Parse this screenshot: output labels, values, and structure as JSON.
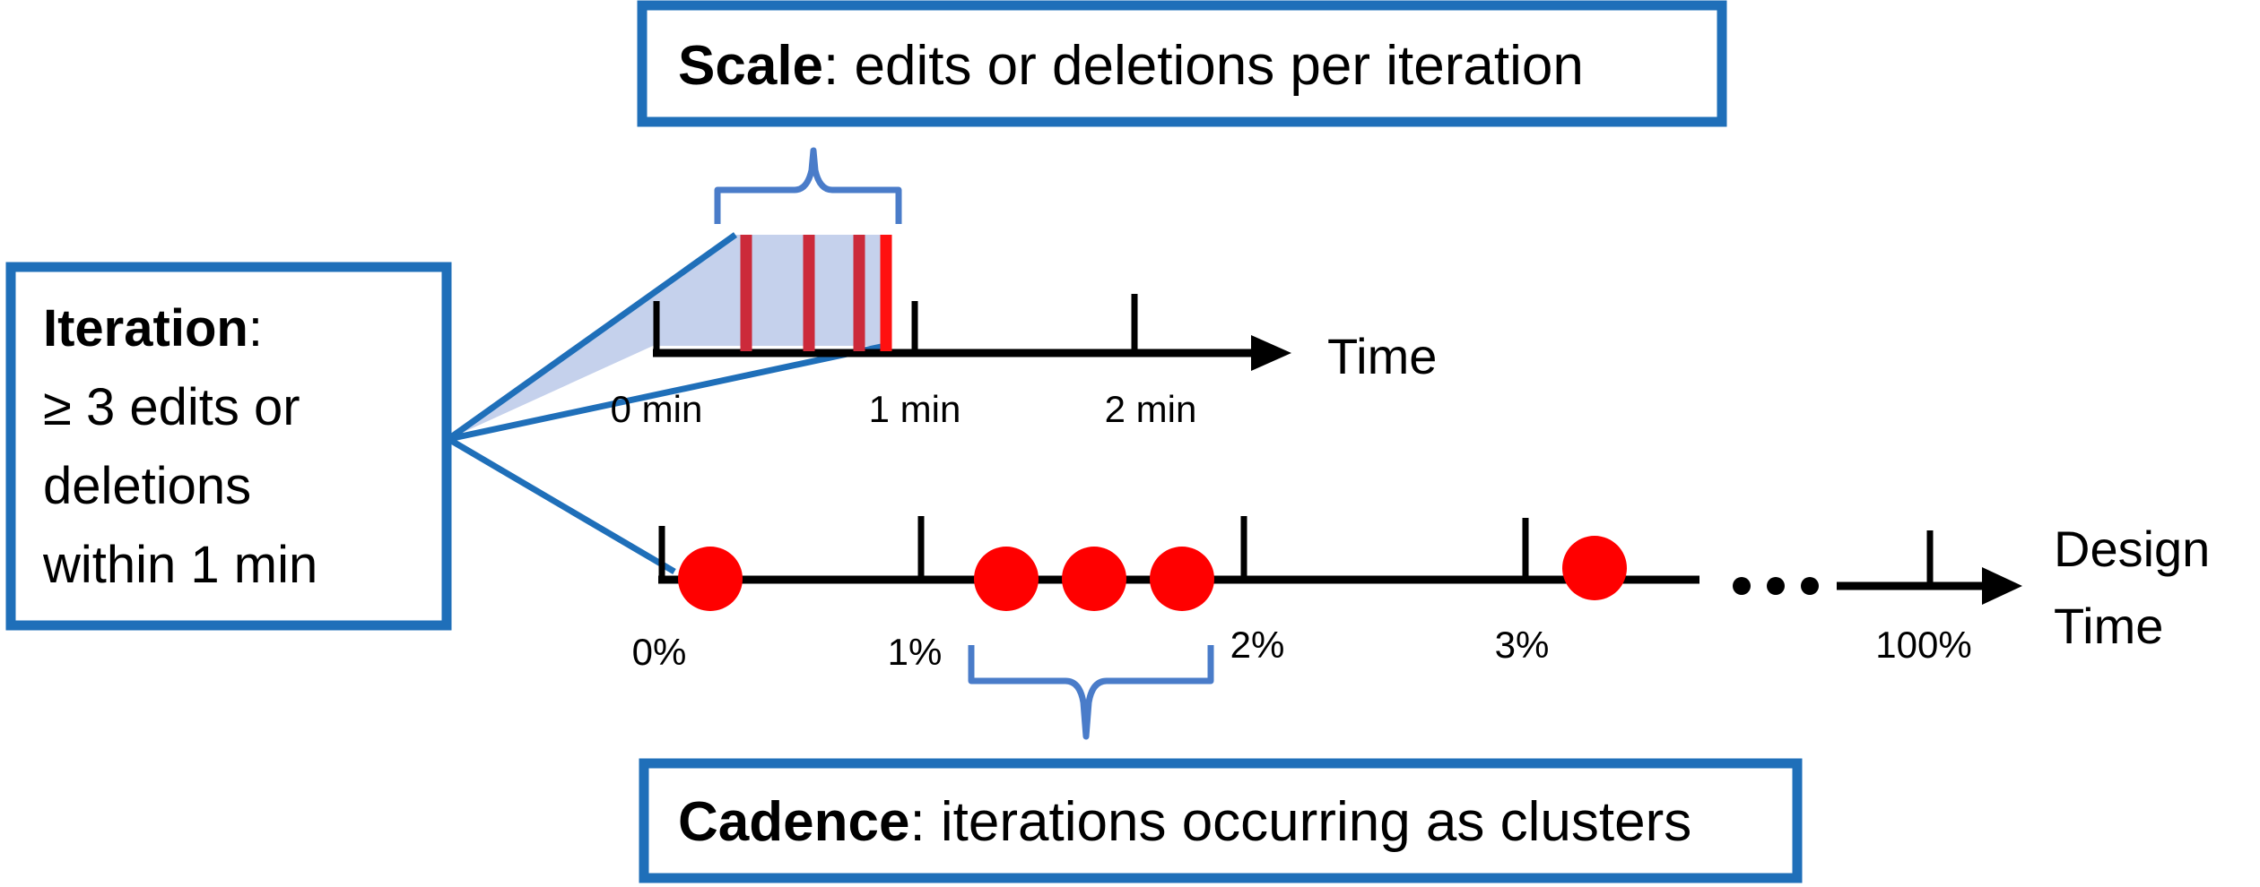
{
  "scale_box": {
    "term": "Scale",
    "definition": ": edits or deletions per iteration"
  },
  "iteration_box": {
    "term": "Iteration",
    "colon": ":",
    "lines": [
      "≥ 3 edits or",
      "deletions",
      "within 1 min"
    ]
  },
  "cadence_box": {
    "term": "Cadence",
    "definition": ": iterations occurring as clusters"
  },
  "minute_timeline": {
    "axis_label": "Time",
    "tick_labels": [
      "0 min",
      "1 min",
      "2 min"
    ]
  },
  "design_timeline": {
    "axis_label_line1": "Design",
    "axis_label_line2": "Time",
    "tick_labels": [
      "0%",
      "1%",
      "2%",
      "3%",
      "100%"
    ],
    "ellipsis": "..."
  },
  "colors": {
    "box_border": "#1f6fb9",
    "brace": "#4a7cc9",
    "zoom_fill": "#c5d1ec",
    "edit_mark": "#cc2a3a",
    "edit_mark_bright": "#ff1010",
    "iteration_dot": "#ff0000",
    "axis": "#000000"
  }
}
